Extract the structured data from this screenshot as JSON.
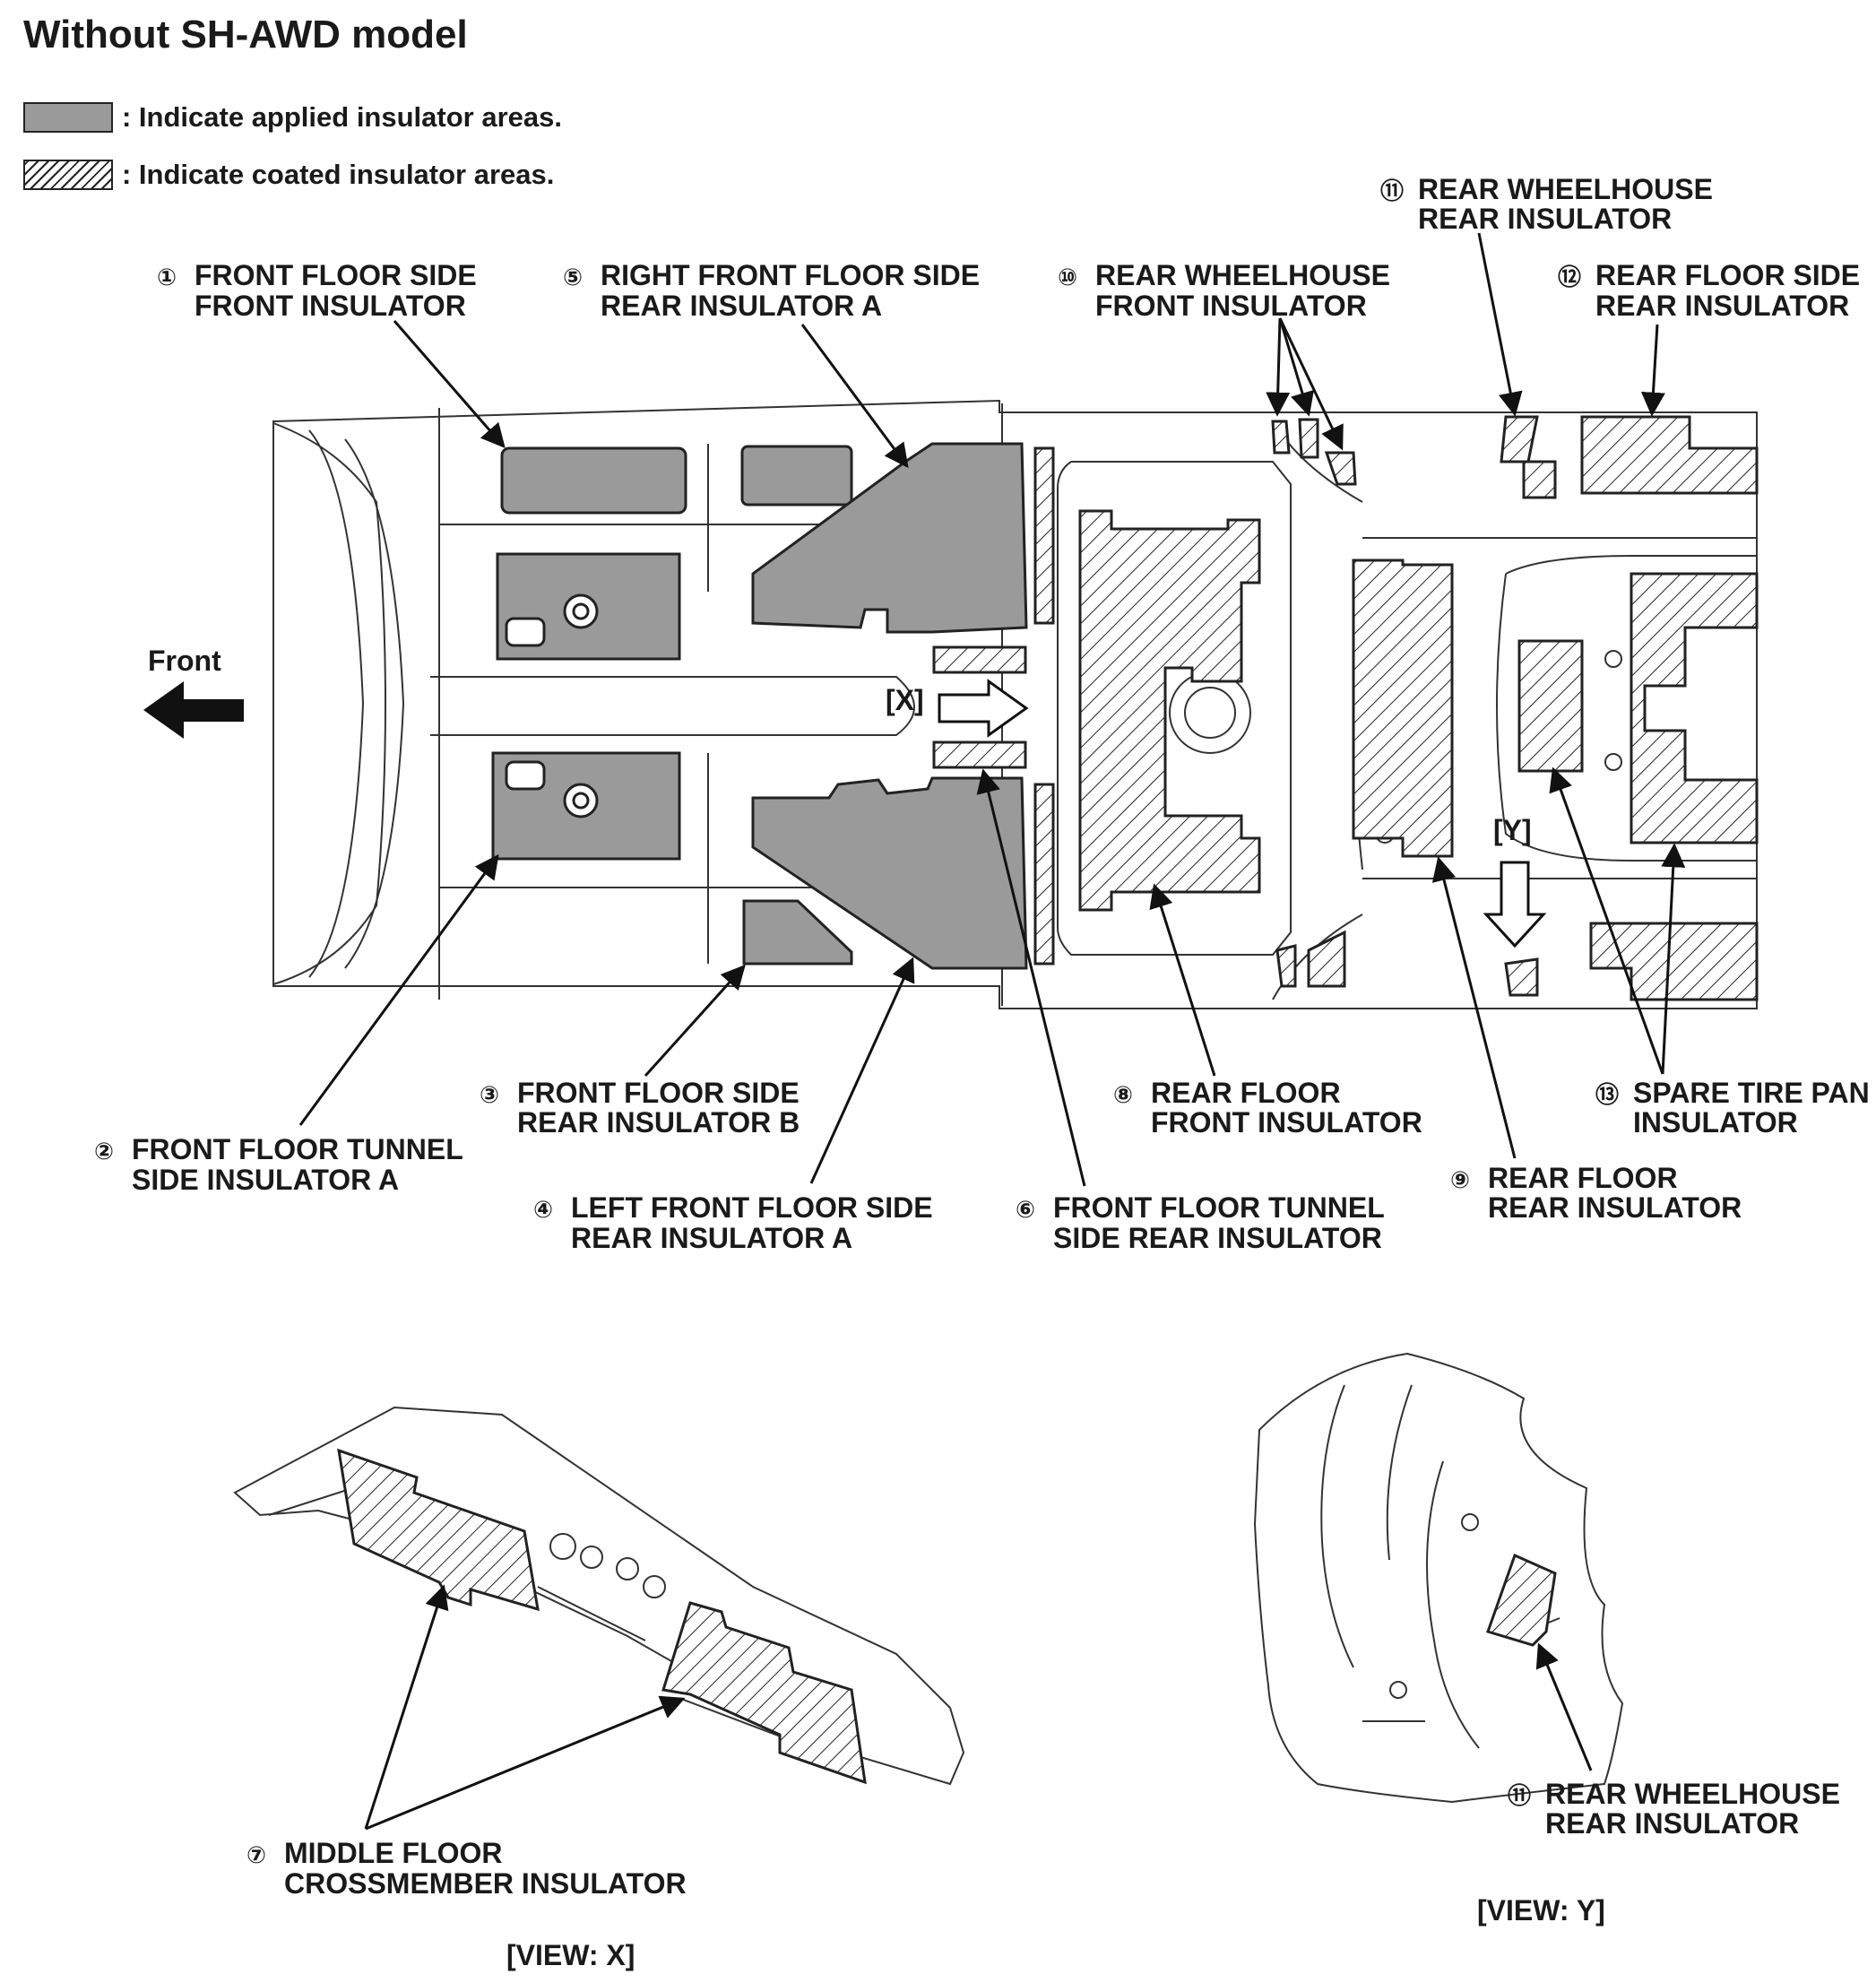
{
  "title": "Without SH-AWD model",
  "legend": {
    "applied": ": Indicate applied insulator areas.",
    "coated": ": Indicate coated insulator areas."
  },
  "direction": "Front",
  "views": {
    "x_marker": "[X]",
    "y_marker": "[Y]",
    "x_caption": "[VIEW: X]",
    "y_caption": "[VIEW: Y]"
  },
  "callouts": [
    {
      "num": "①",
      "line1": "FRONT FLOOR SIDE",
      "line2": "FRONT INSULATOR"
    },
    {
      "num": "②",
      "line1": "FRONT FLOOR TUNNEL",
      "line2": "SIDE INSULATOR A"
    },
    {
      "num": "③",
      "line1": "FRONT FLOOR SIDE",
      "line2": "REAR INSULATOR B"
    },
    {
      "num": "④",
      "line1": "LEFT FRONT FLOOR SIDE",
      "line2": "REAR INSULATOR A"
    },
    {
      "num": "⑤",
      "line1": "RIGHT FRONT FLOOR SIDE",
      "line2": "REAR INSULATOR A"
    },
    {
      "num": "⑥",
      "line1": "FRONT FLOOR TUNNEL",
      "line2": "SIDE REAR INSULATOR"
    },
    {
      "num": "⑦",
      "line1": "MIDDLE FLOOR",
      "line2": "CROSSMEMBER INSULATOR"
    },
    {
      "num": "⑧",
      "line1": "REAR FLOOR",
      "line2": "FRONT INSULATOR"
    },
    {
      "num": "⑨",
      "line1": "REAR FLOOR",
      "line2": "REAR INSULATOR"
    },
    {
      "num": "⑩",
      "line1": "REAR WHEELHOUSE",
      "line2": "FRONT INSULATOR"
    },
    {
      "num": "⑪",
      "line1": "REAR WHEELHOUSE",
      "line2": "REAR INSULATOR"
    },
    {
      "num": "⑫",
      "line1": "REAR FLOOR SIDE",
      "line2": "REAR INSULATOR"
    },
    {
      "num": "⑬",
      "line1": "SPARE TIRE PAN",
      "line2": "INSULATOR"
    },
    {
      "num": "⑪",
      "line1": "REAR WHEELHOUSE",
      "line2": "REAR INSULATOR"
    }
  ]
}
